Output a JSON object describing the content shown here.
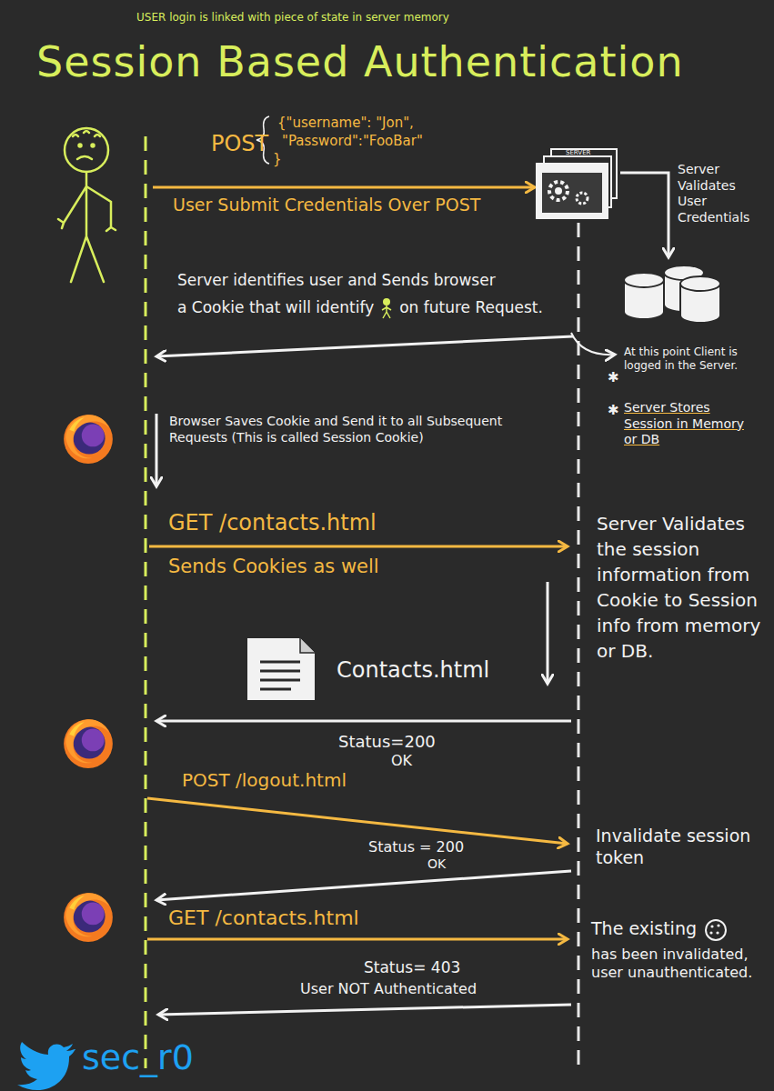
{
  "diagram": {
    "title": "Session Based Authentication",
    "labels": [
      "USER login is linked with piece of state in server memory",
      "POST",
      "{\"username\": \"Jon\",",
      "\"Password\":\"FooBar\"",
      "}",
      "User Submit Credentials Over POST",
      "SERVER",
      "Server Validates User Credentials",
      "Server identifies user and Sends browser",
      "a Cookie that will identify",
      "on future Request.",
      "At this point Client is logged in the Server.",
      "Server Stores Session in Memory or DB",
      "Browser Saves Cookie and Send it to all Subsequent Requests (This is called Session Cookie)",
      "GET /contacts.html",
      "Sends Cookies as well",
      "Server Validates the session information from Cookie to Session info from memory or DB.",
      "Contacts.html",
      "Status=200",
      "OK",
      "POST /logout.html",
      "Invalidate session token",
      "Status = 200",
      "OK",
      "GET /contacts.html",
      "The existing",
      "has been invalidated, user unauthenticated.",
      "Status= 403",
      "User NOT Authenticated",
      "sec_r0"
    ]
  }
}
